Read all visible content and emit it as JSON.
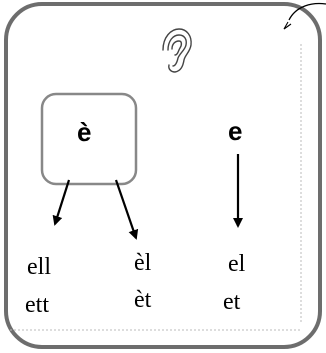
{
  "left_group": {
    "letter": "è",
    "spellings_left": [
      "ell",
      "ett"
    ],
    "spellings_right": [
      "èl",
      "èt"
    ]
  },
  "right_group": {
    "letter": "e",
    "spellings": [
      "el",
      "et"
    ]
  },
  "icons": {
    "listen": "ear-icon"
  }
}
